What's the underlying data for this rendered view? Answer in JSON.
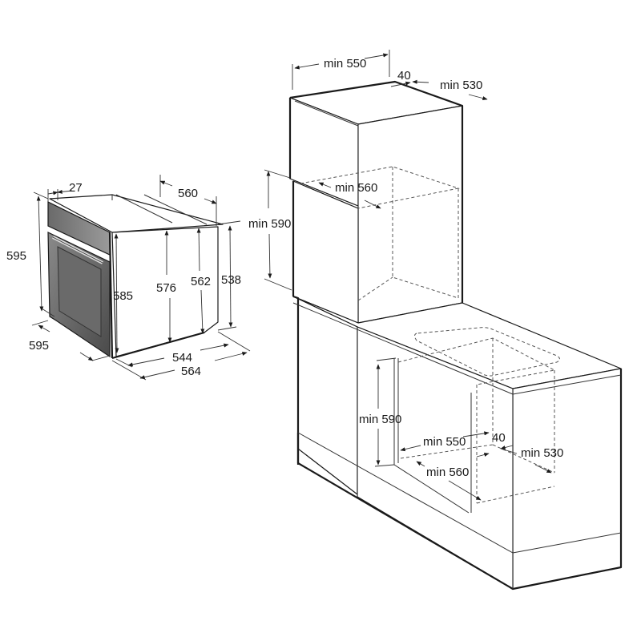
{
  "diagram": {
    "type": "technical-installation-drawing",
    "oven": {
      "dimensions": {
        "panel_thickness": "27",
        "depth_top": "560",
        "height_total": "595",
        "height_body_front": "585",
        "height_body_576": "576",
        "height_body_562": "562",
        "height_rear": "538",
        "width_front": "595",
        "depth_544": "544",
        "depth_564": "564"
      }
    },
    "tall_cabinet": {
      "dimensions": {
        "width": "min 550",
        "gap": "40",
        "depth": "min 530",
        "inner_depth": "min 560",
        "niche_height": "min 590"
      }
    },
    "under_counter": {
      "dimensions": {
        "niche_height": "min 590",
        "width": "min 550",
        "gap": "40",
        "depth": "min 530",
        "inner_depth": "min 560"
      }
    },
    "colors": {
      "line": "#1a1a1a",
      "oven_front_dark": "#5a5a5a",
      "oven_panel": "#7a7a7a",
      "background": "#ffffff"
    }
  }
}
